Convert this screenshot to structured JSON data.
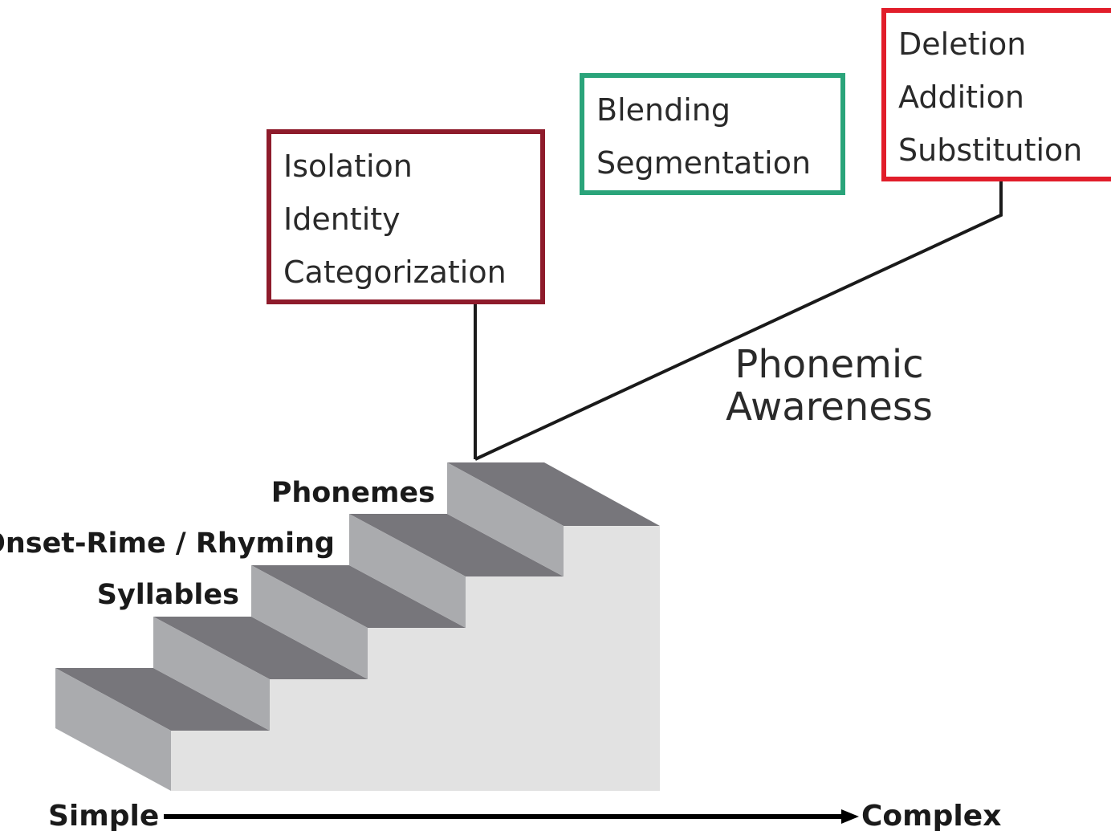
{
  "colors": {
    "box_dark_red": "#8e1b2b",
    "box_green": "#2aa47a",
    "box_red": "#e11d2a",
    "stair_top": "#77767b",
    "stair_riser": "#aaabae",
    "stair_wall": "#e2e2e2",
    "line": "#1a1a1a"
  },
  "boxes": {
    "box1": {
      "item1": "Isolation",
      "item2": "Identity",
      "item3": "Categorization"
    },
    "box2": {
      "item1": "Blending",
      "item2": "Segmentation"
    },
    "box3": {
      "item1": "Deletion",
      "item2": "Addition",
      "item3": "Substitution"
    }
  },
  "phonemic_awareness": {
    "line1": "Phonemic",
    "line2": "Awareness"
  },
  "stairs": {
    "labels": {
      "phonemes": "Phonemes",
      "onset_rime": "Onset-Rime / Rhyming",
      "syllables": "Syllables"
    }
  },
  "scale": {
    "simple": "Simple",
    "complex": "Complex"
  }
}
